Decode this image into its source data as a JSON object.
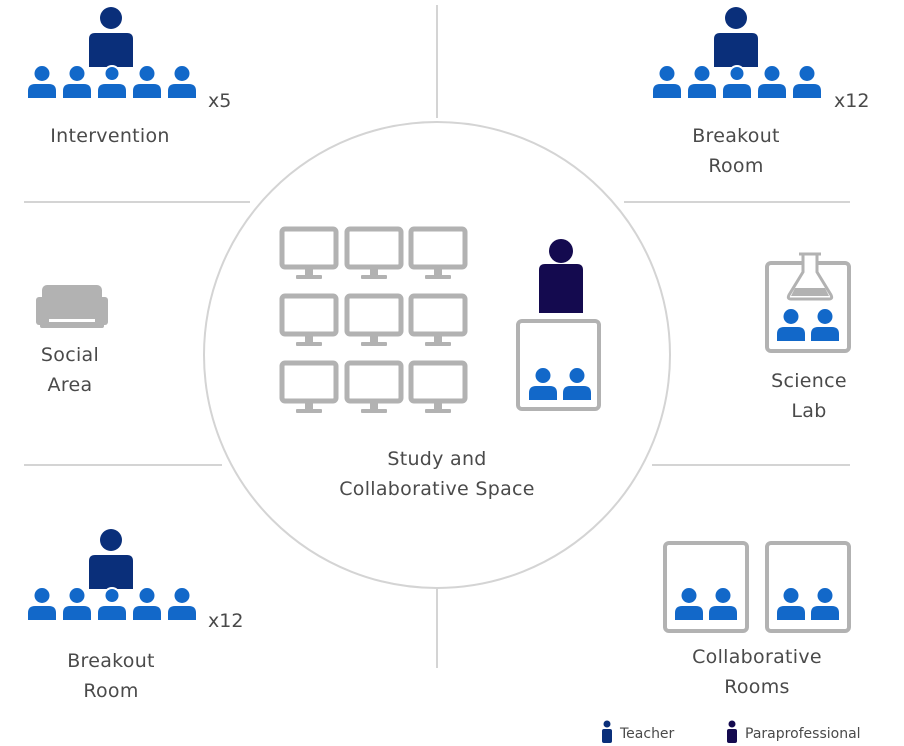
{
  "colors": {
    "teacher": "#0a2f7a",
    "paraprofessional": "#140a4f",
    "student": "#1268c9",
    "device": "#b2b2b2",
    "lines": "#d4d4d4",
    "text": "#4a4a4a"
  },
  "areas": {
    "intervention": {
      "label": "Intervention",
      "multiplier": "x5"
    },
    "breakout_top": {
      "label_line1": "Breakout",
      "label_line2": "Room",
      "multiplier": "x12"
    },
    "social": {
      "label_line1": "Social",
      "label_line2": "Area",
      "icon": "sofa-icon"
    },
    "science": {
      "label_line1": "Science",
      "label_line2": "Lab",
      "icon": "flask-icon"
    },
    "study": {
      "label_line1": "Study and",
      "label_line2": "Collaborative Space",
      "icon": "monitor-icon"
    },
    "breakout_bottom": {
      "label_line1": "Breakout",
      "label_line2": "Room",
      "multiplier": "x12"
    },
    "collab_rooms": {
      "label_line1": "Collaborative",
      "label_line2": "Rooms"
    }
  },
  "legend": {
    "teacher": "Teacher",
    "paraprofessional": "Paraprofessional"
  }
}
